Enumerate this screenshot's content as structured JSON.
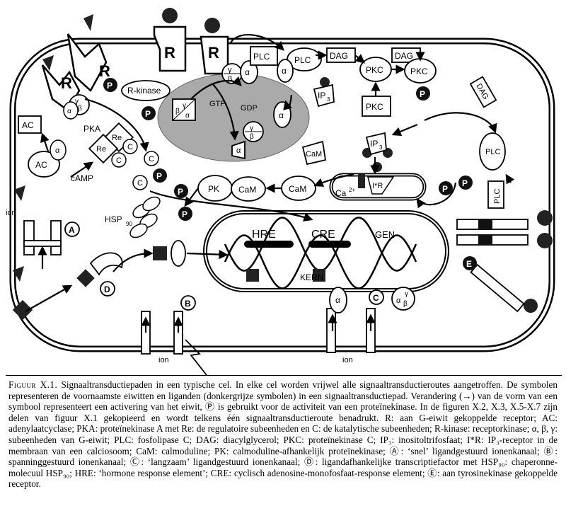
{
  "labels": {
    "r1": "R",
    "r2": "R",
    "r3": "R",
    "r4": "R",
    "rkinase": "R-kinase",
    "ac1": "AC",
    "ac2": "AC",
    "alpha_ac": "α",
    "camp": "cAMP",
    "pka": "PKA",
    "re1": "Re",
    "re2": "Re",
    "c1": "C",
    "c2": "C",
    "c3": "C",
    "c4": "C",
    "p": "P",
    "plc1": "PLC",
    "plc2": "PLC",
    "plc3": "PLC",
    "plc4": "PLC",
    "alpha": "α",
    "beta": "β",
    "gamma": "γ",
    "gtp": "GTP",
    "gdp": "GDP",
    "dag1": "DAG",
    "dag2": "DAG",
    "dag3": "DAG",
    "pkc1": "PKC",
    "pkc2": "PKC",
    "pkc3": "PKC",
    "ip": "IP",
    "three": "3",
    "cam1": "CaM",
    "cam2": "CaM",
    "cam3": "CaM",
    "pk": "PK",
    "ca": "Ca",
    "two_plus": "2+",
    "ir": "I*R",
    "hsp": "HSP",
    "ninety": "90",
    "hre": "HRE",
    "cre": "CRE",
    "gen": "GEN",
    "kern": "KERN",
    "ion1": "ion",
    "ion2": "ion",
    "ion3": "ion",
    "A": "A",
    "B": "B",
    "C": "C",
    "D": "D",
    "E": "E"
  },
  "caption": {
    "lead": "Figuur X.1.",
    "body": "Signaaltransductiepaden in een typische cel. In elke cel worden vrijwel alle signaaltransductieroutes aangetroffen. De symbolen representeren de voornaamste eiwitten en liganden (donkergrijze symbolen) in een signaaltransductiepad. Verandering (→) van de vorm van een symbool representeert een activering van het eiwit, Ⓟ is gebruikt voor de activiteit van een proteïnekinase. In de figuren X.2, X.3, X.5-X.7 zijn delen van figuur X.1 gekopieerd en wordt telkens één signaaltransductieroute benadrukt. R: aan G-eiwit gekoppelde receptor; AC: adenylaatcyclase; PKA: proteïnekinase A met Re: de regulatoire subeenheden en C: de katalytische subeenheden; R-kinase: receptorkinase; α, β, γ: subeenheden van G-eiwit; PLC: fosfolipase C; DAG: diacylglycerol; PKC: proteïnekinase C; IP₃: inositoltrifosfaat; I*R: IP₃-receptor in de membraan van een calciosoom; CaM: calmoduline; PK: calmoduline-afhankelijk proteïnekinase; Ⓐ: ‘snel’ ligandgestuurd ionenkanaal; Ⓑ: spanninggestuurd ionenkanaal; Ⓒ: ‘langzaam’ ligandgestuurd ionenkanaal; Ⓓ: ligandafhankelijke transcriptiefactor met HSP₉₀: chaperonne-molecuul HSP₉₀; HRE: ‘hormone response element’; CRE: cyclisch adenosine-monofosfaat-response element; Ⓔ: aan tyrosinekinase gekoppelde receptor."
  }
}
